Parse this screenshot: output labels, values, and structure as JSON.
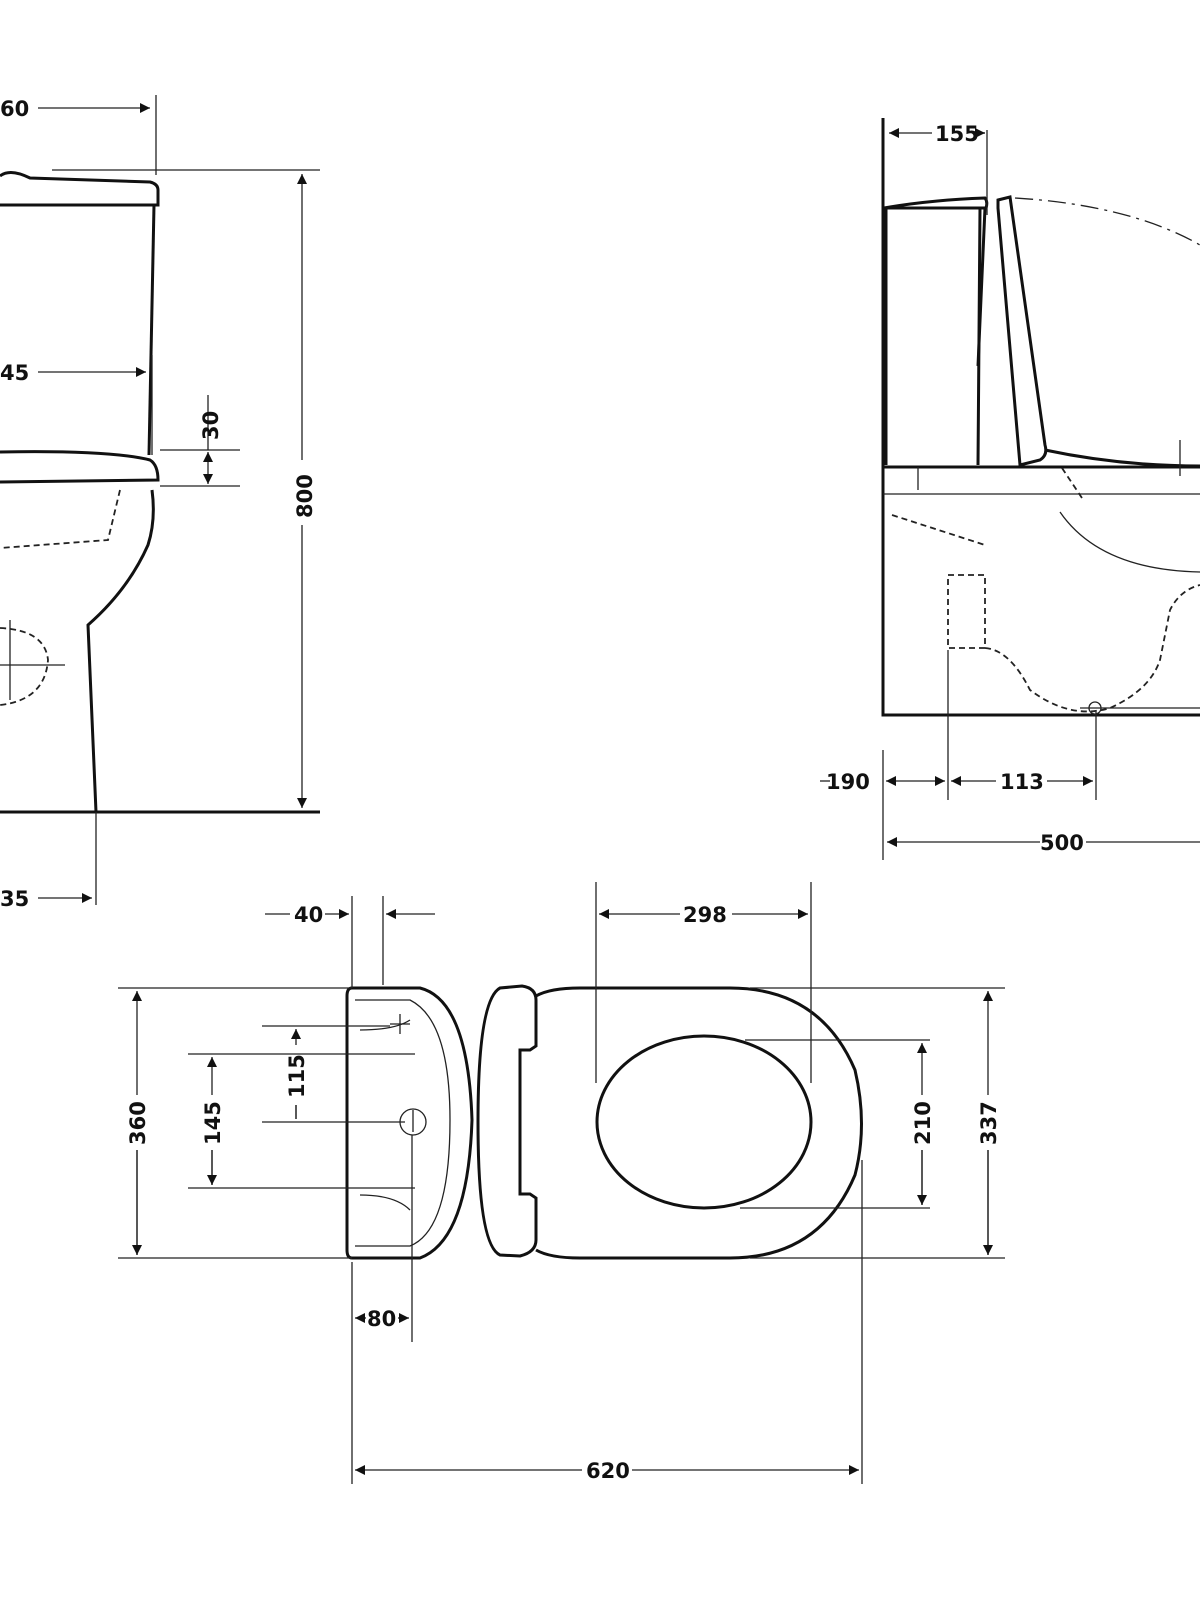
{
  "drawing": {
    "title": "Close-coupled toilet dimension drawing",
    "units": "mm",
    "front_view": {
      "dim_top_offset": "60",
      "dim_tank_offset": "45",
      "dim_seat_thickness": "30",
      "dim_height": "800",
      "dim_base_offset": "35"
    },
    "side_view": {
      "dim_tank_depth": "155",
      "dim_wall_to_inlet": "190",
      "dim_inlet_to_outlet": "113",
      "dim_depth": "500"
    },
    "top_view": {
      "dim_tank_wall": "40",
      "dim_seat_opening_length": "298",
      "dim_inlet_spacing": "115",
      "dim_outlet_spacing": "145",
      "dim_width": "360",
      "dim_seat_opening_width": "210",
      "dim_bowl_width": "337",
      "dim_outlet_from_wall": "80",
      "dim_length": "620"
    }
  }
}
